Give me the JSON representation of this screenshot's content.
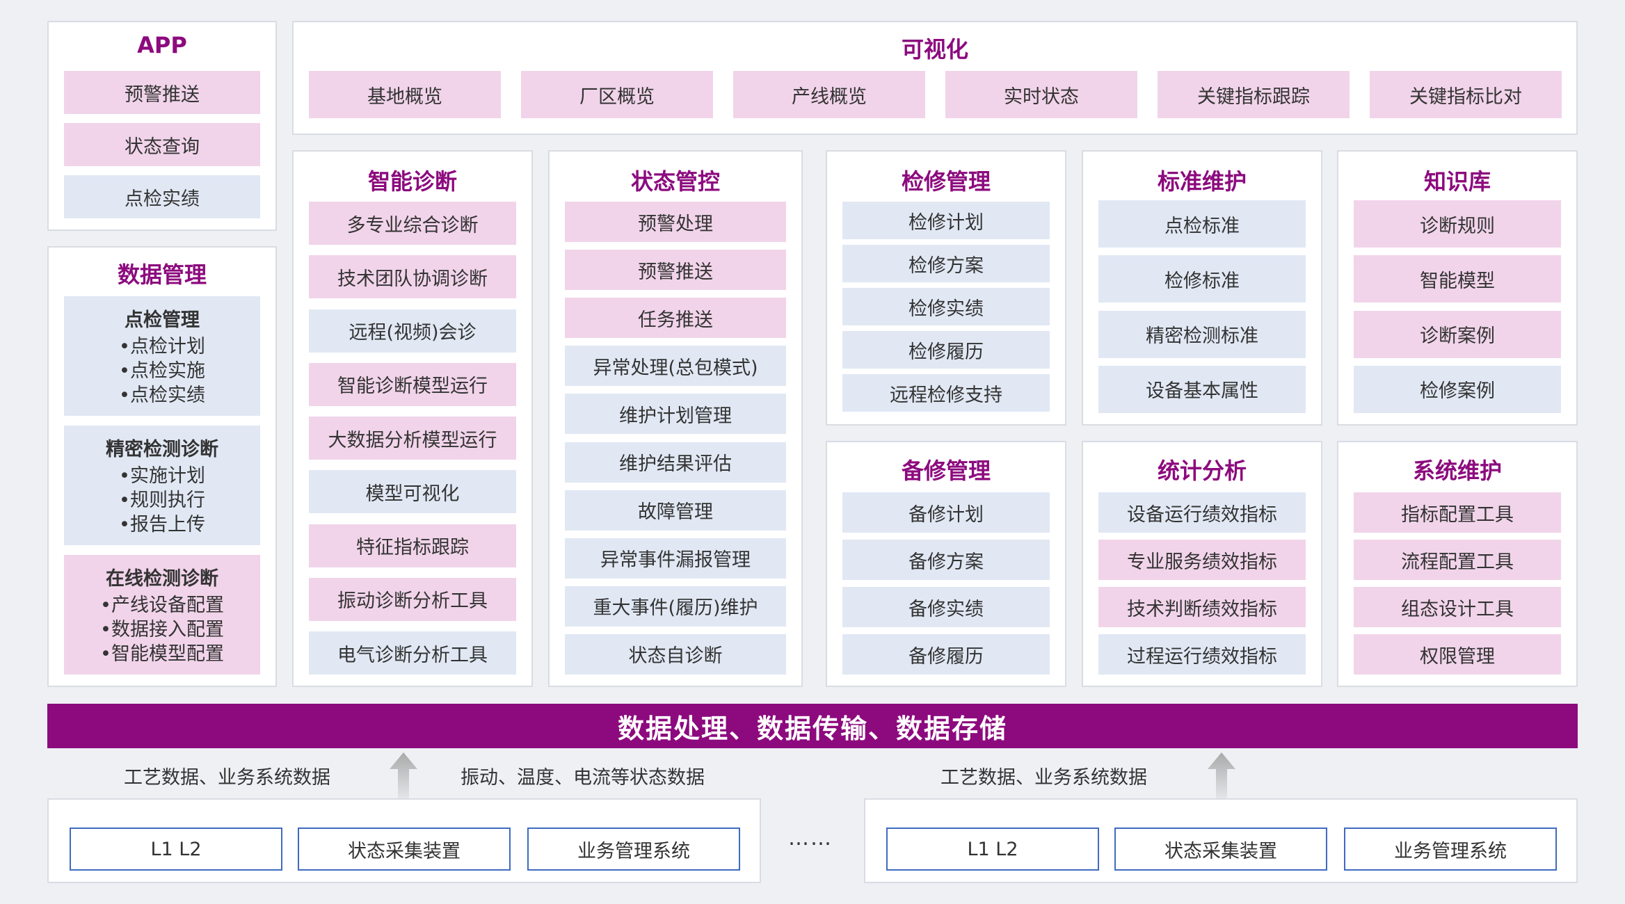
{
  "app": {
    "title": "APP",
    "items": [
      "预警推送",
      "状态查询",
      "点检实绩"
    ]
  },
  "data_mgmt": {
    "title": "数据管理",
    "groups": [
      {
        "title": "点检管理",
        "items": [
          "•点检计划",
          "•点检实施",
          "•点检实绩"
        ]
      },
      {
        "title": "精密检测诊断",
        "items": [
          "•实施计划",
          "•规则执行",
          "•报告上传"
        ]
      },
      {
        "title": "在线检测诊断",
        "items": [
          "•产线设备配置",
          "•数据接入配置",
          "•智能模型配置"
        ]
      }
    ]
  },
  "visual": {
    "title": "可视化",
    "items": [
      "基地概览",
      "厂区概览",
      "产线概览",
      "实时状态",
      "关键指标跟踪",
      "关键指标比对"
    ]
  },
  "smart_diag": {
    "title": "智能诊断",
    "items": [
      "多专业综合诊断",
      "技术团队协调诊断",
      "远程(视频)会诊",
      "智能诊断模型运行",
      "大数据分析模型运行",
      "模型可视化",
      "特征指标跟踪",
      "振动诊断分析工具",
      "电气诊断分析工具"
    ]
  },
  "state_ctrl": {
    "title": "状态管控",
    "items": [
      "预警处理",
      "预警推送",
      "任务推送",
      "异常处理(总包模式)",
      "维护计划管理",
      "维护结果评估",
      "故障管理",
      "异常事件漏报管理",
      "重大事件(履历)维护",
      "状态自诊断"
    ]
  },
  "repair_mgmt": {
    "title": "检修管理",
    "items": [
      "检修计划",
      "检修方案",
      "检修实绩",
      "检修履历",
      "远程检修支持"
    ]
  },
  "std_maint": {
    "title": "标准维护",
    "items": [
      "点检标准",
      "检修标准",
      "精密检测标准",
      "设备基本属性"
    ]
  },
  "knowledge": {
    "title": "知识库",
    "items": [
      "诊断规则",
      "智能模型",
      "诊断案例",
      "检修案例"
    ]
  },
  "spare_mgmt": {
    "title": "备修管理",
    "items": [
      "备修计划",
      "备修方案",
      "备修实绩",
      "备修履历"
    ]
  },
  "stats": {
    "title": "统计分析",
    "items": [
      "设备运行绩效指标",
      "专业服务绩效指标",
      "技术判断绩效指标",
      "过程运行绩效指标"
    ]
  },
  "sys_maint": {
    "title": "系统维护",
    "items": [
      "指标配置工具",
      "流程配置工具",
      "组态设计工具",
      "权限管理"
    ]
  },
  "bar": {
    "label": "数据处理、数据传输、数据存储"
  },
  "captions": {
    "left_process": "工艺数据、业务系统数据",
    "left_state": "振动、温度、电流等状态数据",
    "right_process": "工艺数据、业务系统数据"
  },
  "sources": {
    "left": [
      "L1 L2",
      "状态采集装置",
      "业务管理系统"
    ],
    "right": [
      "L1 L2",
      "状态采集装置",
      "业务管理系统"
    ],
    "ellipsis": "……"
  },
  "colors": {
    "accent": "#8c0a7e",
    "pink_cell": "#f1d4ea",
    "blue_cell": "#e1e8f4",
    "source_border": "#3f6bc0",
    "arrow": "#b3b3b3"
  }
}
